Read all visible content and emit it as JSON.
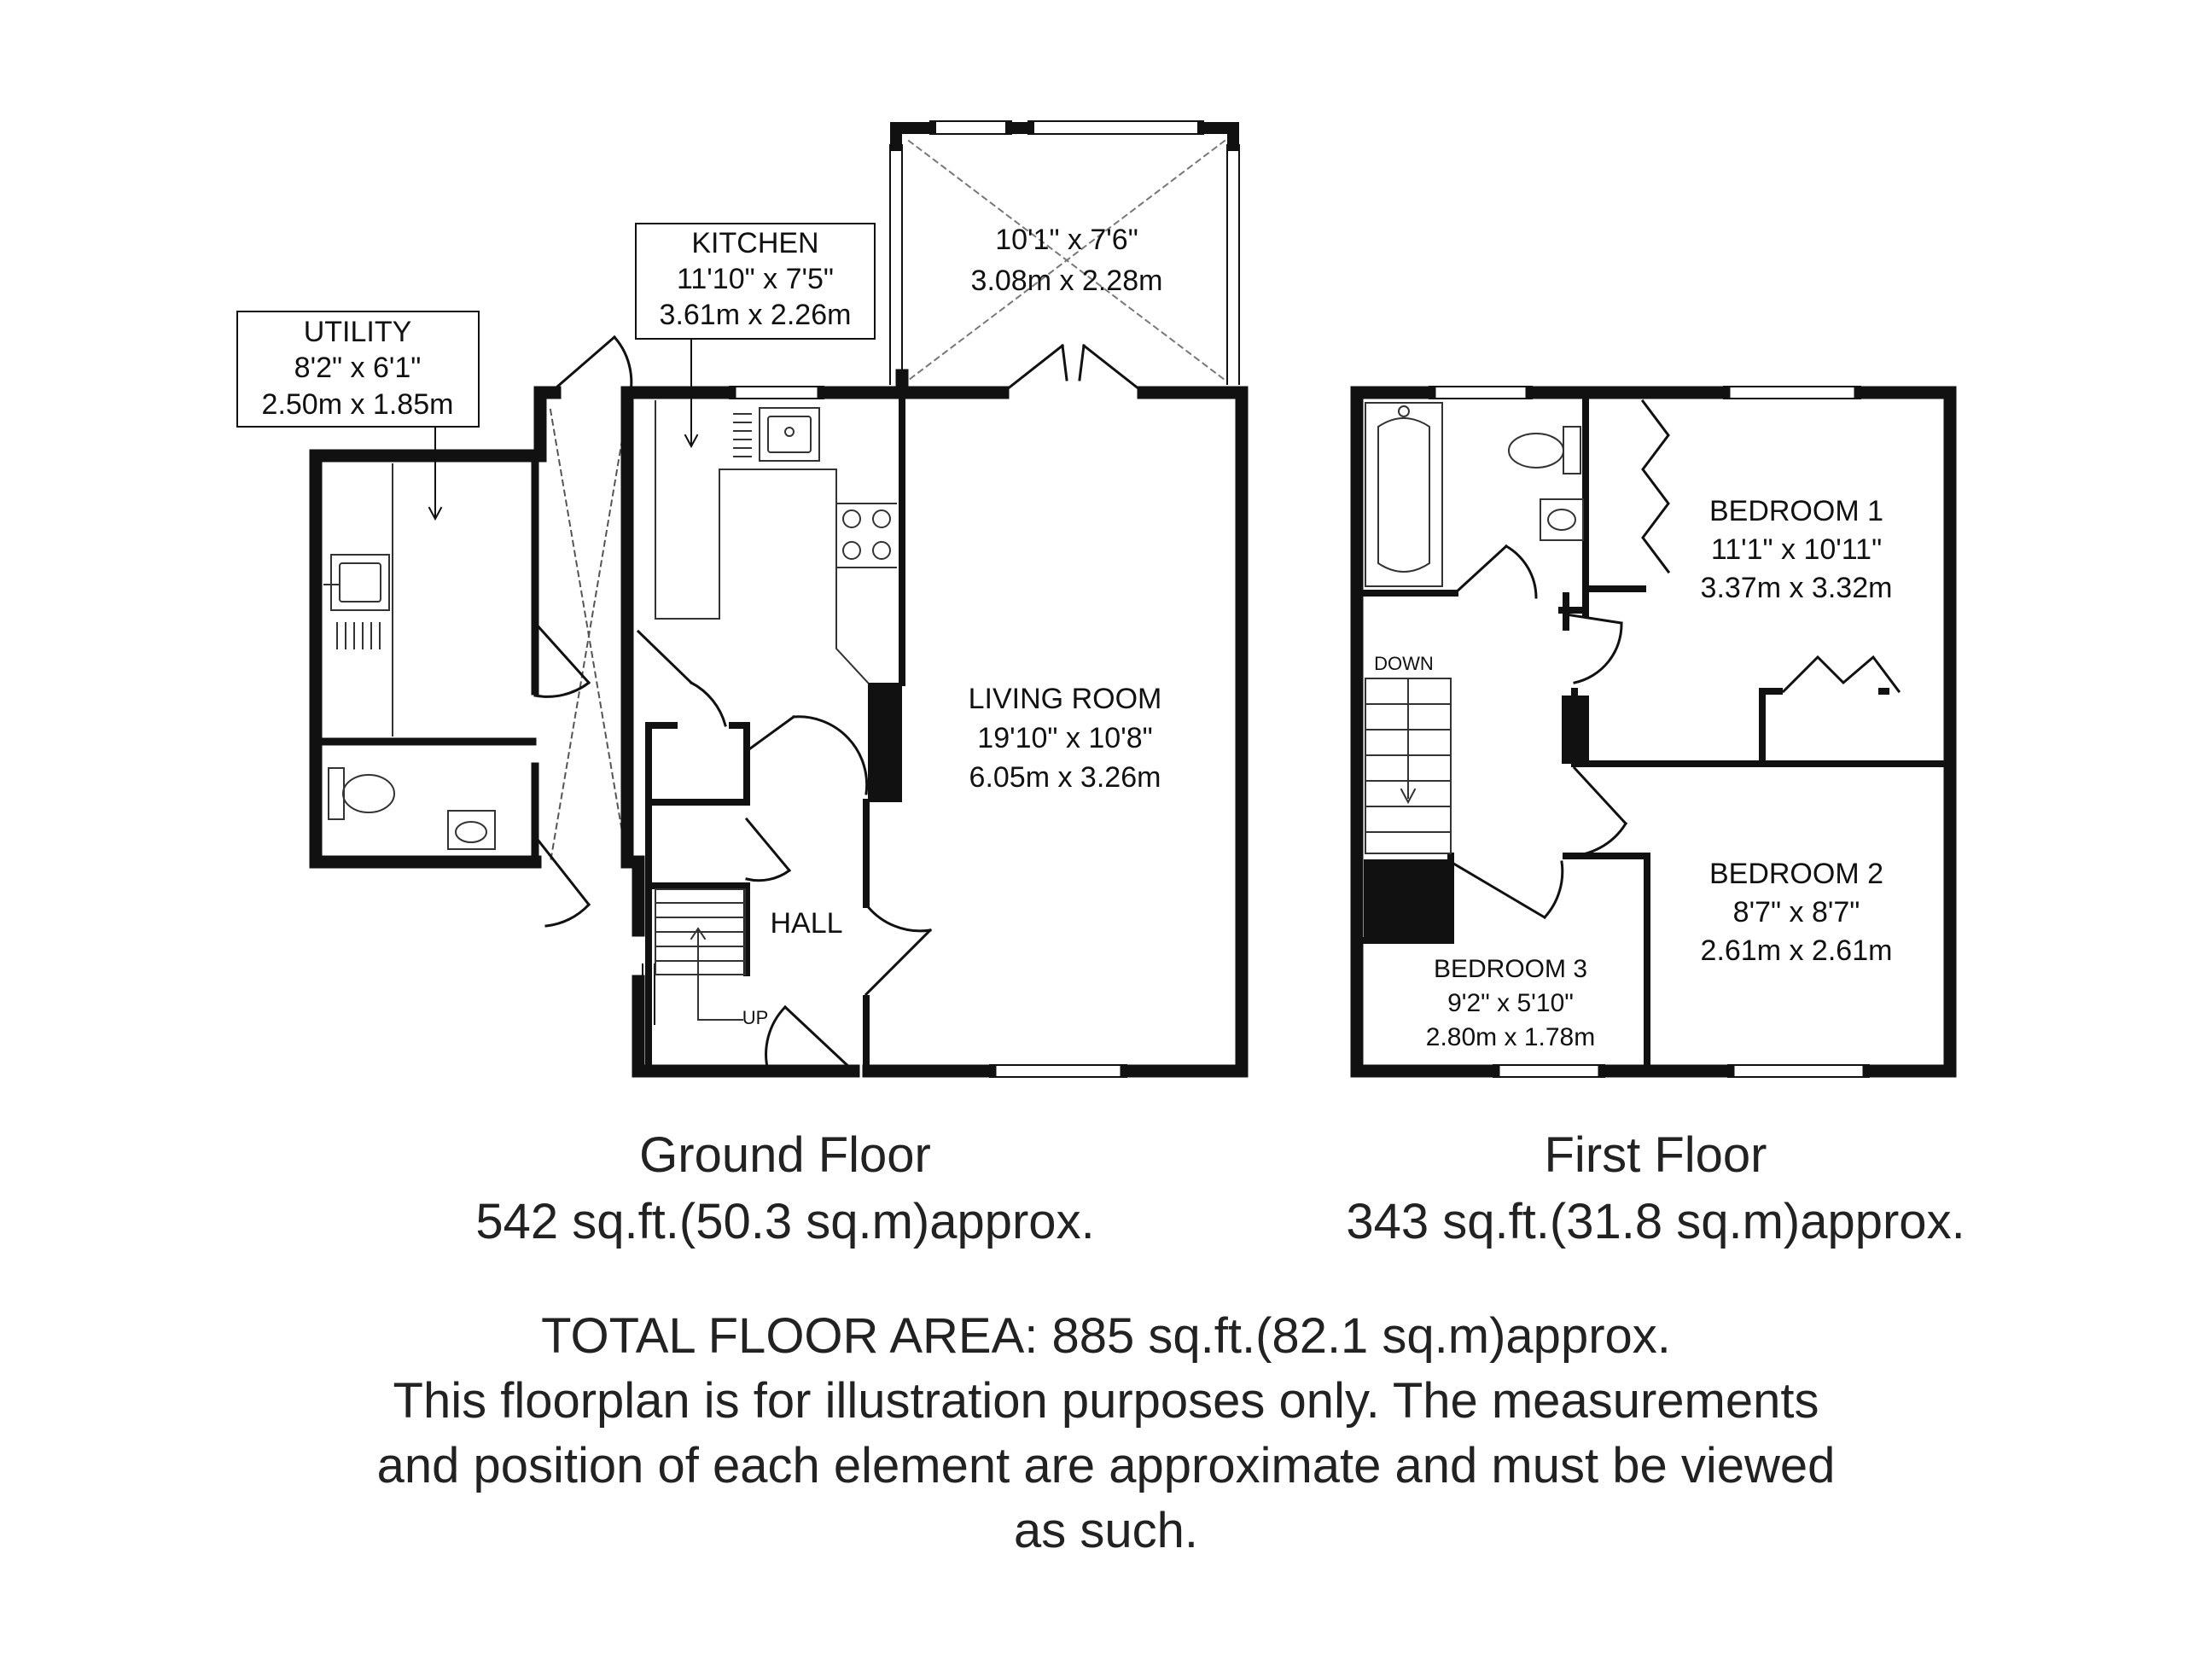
{
  "ground_floor": {
    "title": "Ground Floor",
    "area": "542 sq.ft.(50.3 sq.m)approx.",
    "rooms": {
      "utility": {
        "name": "UTILITY",
        "imperial": "8'2\" x 6'1\"",
        "metric": "2.50m x 1.85m"
      },
      "kitchen": {
        "name": "KITCHEN",
        "imperial": "11'10\" x 7'5\"",
        "metric": "3.61m x 2.26m"
      },
      "conservatory": {
        "imperial": "10'1\" x 7'6\"",
        "metric": "3.08m x 2.28m"
      },
      "living_room": {
        "name": "LIVING ROOM",
        "imperial": "19'10\" x 10'8\"",
        "metric": "6.05m x 3.26m"
      },
      "hall": {
        "name": "HALL"
      }
    },
    "stairs_label": "UP"
  },
  "first_floor": {
    "title": "First Floor",
    "area": "343 sq.ft.(31.8 sq.m)approx.",
    "rooms": {
      "bedroom_1": {
        "name": "BEDROOM 1",
        "imperial": "11'1\" x 10'11\"",
        "metric": "3.37m x 3.32m"
      },
      "bedroom_2": {
        "name": "BEDROOM 2",
        "imperial": "8'7\" x 8'7\"",
        "metric": "2.61m x 2.61m"
      },
      "bedroom_3": {
        "name": "BEDROOM 3",
        "imperial": "9'2\" x 5'10\"",
        "metric": "2.80m x 1.78m"
      }
    },
    "stairs_label": "DOWN"
  },
  "footer": {
    "total": "TOTAL FLOOR AREA: 885 sq.ft.(82.1 sq.m)approx.",
    "disclaimer_line_1": "This floorplan is for illustration purposes only. The measurements",
    "disclaimer_line_2": "and position of each element are approximate and must be viewed",
    "disclaimer_line_3": "as such."
  },
  "colors": {
    "wall": "#111111",
    "fixture": "#333333"
  }
}
